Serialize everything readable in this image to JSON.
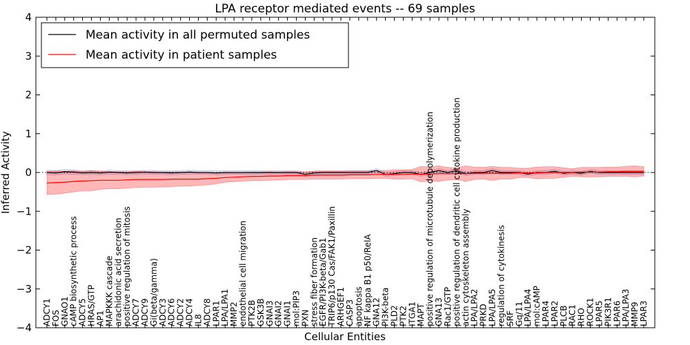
{
  "chart_data": {
    "type": "line",
    "title": "LPA receptor mediated events -- 69 samples",
    "xlabel": "Cellular Entities",
    "ylabel": "Inferred Activity",
    "ylim": [
      -4,
      4
    ],
    "yticks": [
      "−4",
      "−3",
      "−2",
      "−1",
      "0",
      "1",
      "2",
      "3",
      "4"
    ],
    "legend_position": "top-left",
    "grid": false,
    "reference_line_y": 0,
    "categories": [
      "ADCY1",
      "FOS",
      "GNAO1",
      "cAMP biosynthetic process",
      "ADCY5",
      "HRAS/GTP",
      "AP1",
      "MAPKKK cascade",
      "arachidonic acid secretion",
      "positive regulation of mitosis",
      "ADCY7",
      "ADCY9",
      "Gi(beta/gamma)",
      "ADCY3",
      "ADCY6",
      "ADCY2",
      "ADCY4",
      "IL8",
      "ADCY8",
      "LPAR1",
      "LPA/LPA1",
      "MMP2",
      "endothelial cell migration",
      "PTK2B",
      "GSK3B",
      "GNAI3",
      "GNAI2",
      "GNAI1",
      "mol:PIP3",
      "PXN",
      "stress fiber formation",
      "EGFR/PI3K-beta/Gab1",
      "TRIP6/p130 Cas/FAK1/Paxillin",
      "ARHGEF1",
      "CASP3",
      "apoptosis",
      "NF kappa B1 p50/RelA",
      "GNA12",
      "PI3K-beta",
      "PLD2",
      "PTK2",
      "ITGA1",
      "MAPT",
      "positive regulation of microtubule depolymerization",
      "GNA13",
      "Rac1/GTP",
      "positive regulation of dendritic cell cytokine production",
      "actin cytoskeleton assembly",
      "LPA/LPA2",
      "PRKD",
      "LPA/LPA5",
      "regulation of cytokinesis",
      "SRF",
      "Gq/11",
      "LPA/LPA4",
      "mol:cAMP",
      "LPAR4",
      "LPAR2",
      "PLCB",
      "RAC1",
      "RHO",
      "ROCK1",
      "LPAR5",
      "PIK3R1",
      "LPAR6",
      "LPA/LPA3",
      "MMP9",
      "LPAR3"
    ],
    "series": [
      {
        "name": "Mean activity in all permuted samples",
        "color": "#000000",
        "values": [
          0.0,
          -0.01,
          0.02,
          0.01,
          -0.01,
          0.0,
          -0.01,
          0.01,
          0.0,
          -0.01,
          0.0,
          0.01,
          0.0,
          0.0,
          -0.01,
          0.0,
          0.01,
          0.0,
          0.0,
          -0.01,
          0.0,
          0.0,
          0.0,
          0.0,
          0.0,
          0.0,
          0.0,
          0.0,
          0.0,
          -0.05,
          -0.01,
          0.0,
          0.0,
          0.0,
          0.0,
          0.0,
          0.0,
          0.05,
          -0.05,
          -0.03,
          0.0,
          0.0,
          -0.05,
          0.0,
          0.05,
          0.0,
          0.05,
          -0.03,
          0.0,
          0.0,
          0.05,
          0.0,
          0.0,
          0.0,
          -0.04,
          0.0,
          0.0,
          0.03,
          -0.02,
          0.0,
          -0.02,
          0.03,
          0.0,
          0.0,
          0.0,
          0.0,
          0.0,
          0.0
        ],
        "band": [
          0.06,
          0.06,
          0.06,
          0.06,
          0.05,
          0.05,
          0.05,
          0.05,
          0.05,
          0.05,
          0.05,
          0.05,
          0.05,
          0.05,
          0.05,
          0.05,
          0.05,
          0.05,
          0.05,
          0.05,
          0.05,
          0.05,
          0.05,
          0.05,
          0.05,
          0.05,
          0.05,
          0.05,
          0.05,
          0.05,
          0.05,
          0.05,
          0.05,
          0.05,
          0.05,
          0.05,
          0.05,
          0.05,
          0.05,
          0.05,
          0.05,
          0.05,
          0.05,
          0.05,
          0.05,
          0.05,
          0.05,
          0.05,
          0.05,
          0.05,
          0.05,
          0.05,
          0.05,
          0.05,
          0.05,
          0.05,
          0.05,
          0.05,
          0.05,
          0.05,
          0.05,
          0.05,
          0.05,
          0.05,
          0.05,
          0.05,
          0.05,
          0.05
        ]
      },
      {
        "name": "Mean activity in patient samples",
        "color": "#ff0000",
        "values": [
          -0.27,
          -0.26,
          -0.25,
          -0.23,
          -0.22,
          -0.21,
          -0.2,
          -0.2,
          -0.2,
          -0.19,
          -0.18,
          -0.18,
          -0.18,
          -0.18,
          -0.17,
          -0.17,
          -0.17,
          -0.17,
          -0.16,
          -0.15,
          -0.13,
          -0.12,
          -0.11,
          -0.1,
          -0.1,
          -0.09,
          -0.09,
          -0.08,
          -0.08,
          -0.08,
          -0.07,
          -0.07,
          -0.07,
          -0.07,
          -0.06,
          -0.06,
          -0.06,
          -0.05,
          -0.05,
          -0.05,
          -0.05,
          -0.04,
          -0.04,
          -0.04,
          -0.03,
          -0.03,
          -0.03,
          -0.03,
          -0.02,
          -0.02,
          -0.02,
          -0.02,
          -0.02,
          -0.01,
          -0.01,
          -0.01,
          0.0,
          0.0,
          0.0,
          0.0,
          0.01,
          0.01,
          0.01,
          0.02,
          0.02,
          0.03,
          0.03,
          0.03
        ],
        "band": [
          0.3,
          0.3,
          0.28,
          0.27,
          0.25,
          0.26,
          0.23,
          0.22,
          0.22,
          0.21,
          0.21,
          0.2,
          0.2,
          0.19,
          0.19,
          0.18,
          0.18,
          0.16,
          0.16,
          0.14,
          0.12,
          0.12,
          0.11,
          0.11,
          0.11,
          0.11,
          0.1,
          0.1,
          0.1,
          0.1,
          0.1,
          0.1,
          0.1,
          0.1,
          0.1,
          0.1,
          0.1,
          0.1,
          0.1,
          0.12,
          0.12,
          0.12,
          0.2,
          0.18,
          0.2,
          0.16,
          0.15,
          0.2,
          0.16,
          0.15,
          0.18,
          0.15,
          0.15,
          0.12,
          0.12,
          0.15,
          0.15,
          0.15,
          0.12,
          0.1,
          0.12,
          0.12,
          0.12,
          0.12,
          0.12,
          0.13,
          0.14,
          0.12
        ]
      }
    ]
  }
}
